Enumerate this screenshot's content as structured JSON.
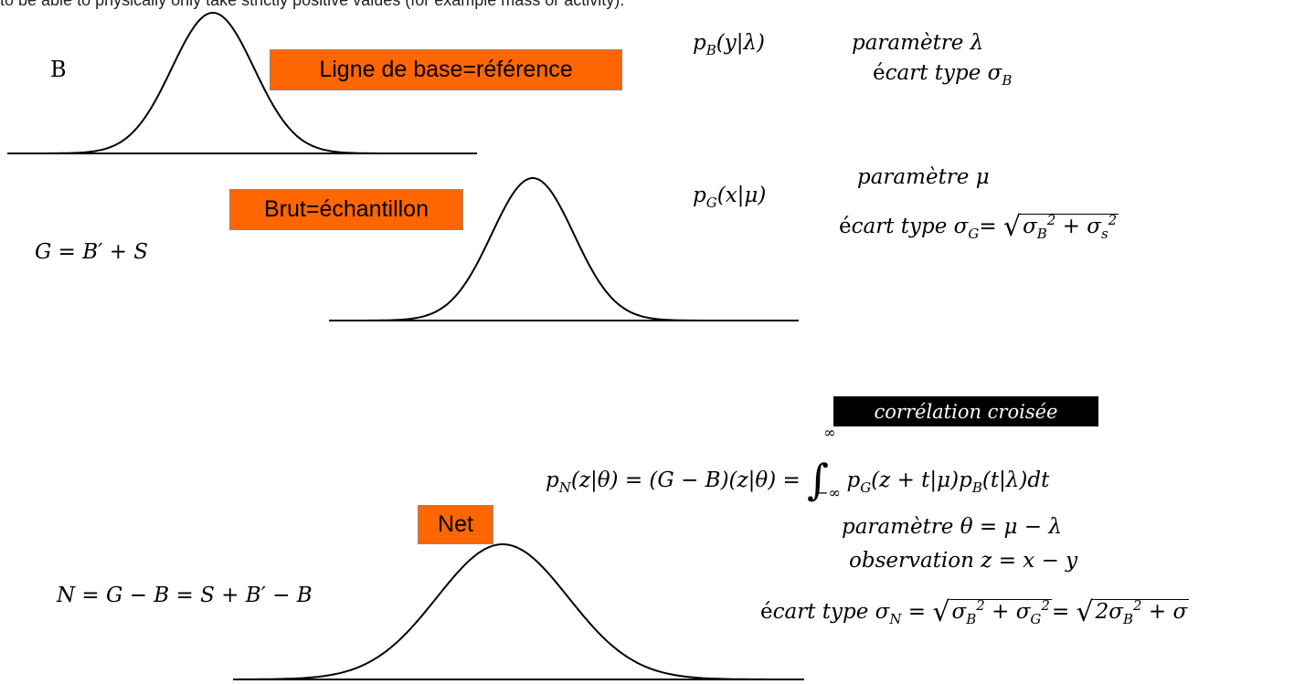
{
  "header_text": "to be able to physically only take strictly positive values (for example mass or activity).",
  "label_b": "B",
  "label_g": "G = B′ + S",
  "label_n": "N = G − B = S + B′ − B",
  "boxes": {
    "baseline": "Ligne de base=référence",
    "raw": "Brut=échantillon",
    "net": "Net",
    "cross_correlation": "corrélation croisée"
  },
  "colors": {
    "box_orange": "#ff6600",
    "black_box": "#000000"
  },
  "formulas": {
    "pB": "p_B(y|λ)",
    "param_lambda": "paramètre λ",
    "sd_b": "écart type σ_B",
    "pG": "p_G(x|μ)",
    "param_mu": "paramètre μ",
    "sd_g": "écart type σ_G= √(σ_B² + σ_s²)",
    "pN": "p_N(z|θ) = (G − B)(z|θ) = ∫_{−∞}^{∞} p_G(z + t|μ)p_B(t|λ)dt",
    "param_theta": "paramètre θ = μ − λ",
    "observation": "observation z = x − y",
    "sd_n": "écart type σ_N = √(σ_B² + σ_G²)= √(2σ_B² + σ…"
  }
}
